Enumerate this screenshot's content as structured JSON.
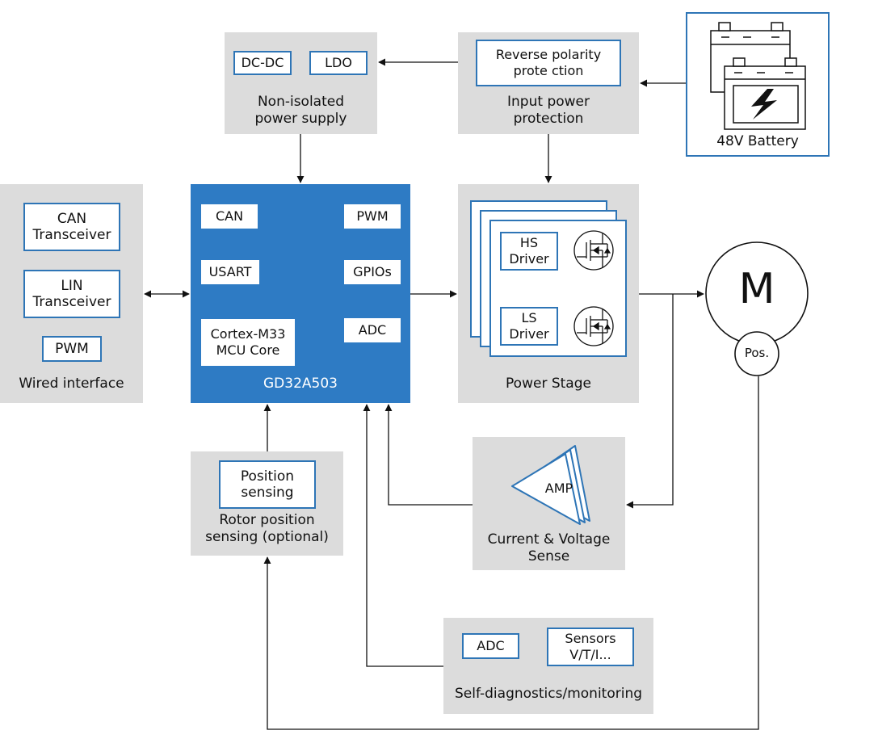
{
  "battery": {
    "label": "48V Battery"
  },
  "nonisolated": {
    "dcdc": "DC-DC",
    "ldo": "LDO",
    "label": "Non-isolated\npower supply"
  },
  "input_protection": {
    "inner": "Reverse polarity\nprote ction",
    "label": "Input power\nprotection"
  },
  "wired": {
    "can": "CAN\nTransceiver",
    "lin": "LIN\nTransceiver",
    "pwm": "PWM",
    "label": "Wired interface"
  },
  "mcu": {
    "can": "CAN",
    "pwm": "PWM",
    "usart": "USART",
    "gpios": "GPIOs",
    "core": "Cortex-M33\nMCU Core",
    "adc": "ADC",
    "label": "GD32A503"
  },
  "power_stage": {
    "hs": "HS\nDriver",
    "ls": "LS\nDriver",
    "label": "Power Stage"
  },
  "motor": {
    "symbol": "M",
    "pos": "Pos."
  },
  "rotor": {
    "inner": "Position\nsensing",
    "label": "Rotor position\nsensing (optional)"
  },
  "sense": {
    "amp": "AMP",
    "label": "Current & Voltage\nSense"
  },
  "diag": {
    "adc": "ADC",
    "sensors": "Sensors\nV/T/I...",
    "label": "Self-diagnostics/monitoring"
  },
  "colors": {
    "accent": "#2e75b6",
    "panel": "#dcdcdc",
    "mcu": "#2e7bc4"
  }
}
